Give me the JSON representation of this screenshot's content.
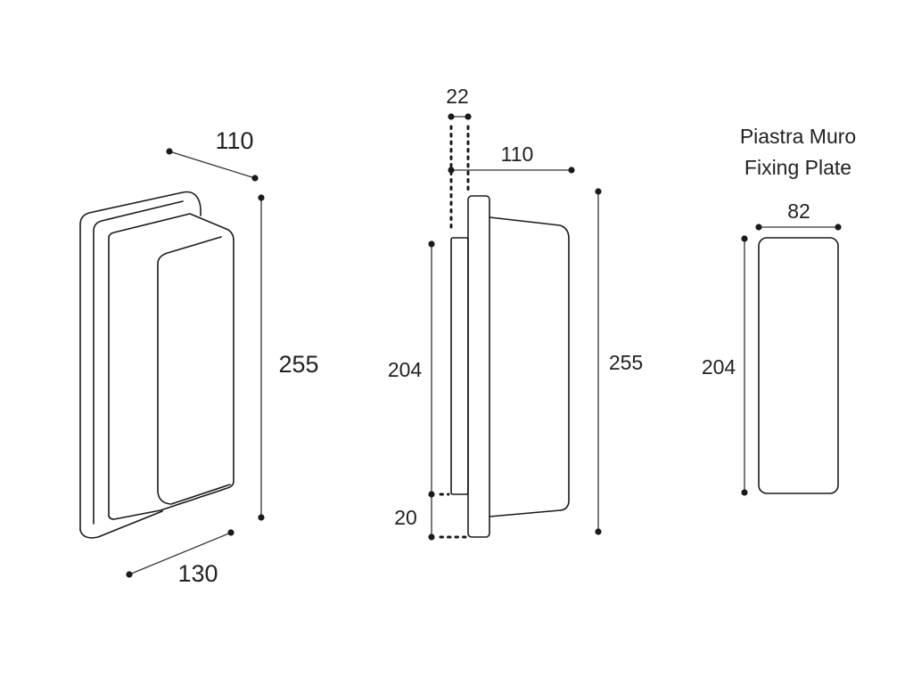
{
  "perspective_view": {
    "depth": "110",
    "height": "255",
    "width": "130"
  },
  "side_view": {
    "plate_thickness": "22",
    "depth": "110",
    "plate_height": "204",
    "offset": "20",
    "height": "255"
  },
  "fixing_plate": {
    "title_it": "Piastra Muro",
    "title_en": "Fixing Plate",
    "width": "82",
    "height": "204"
  }
}
